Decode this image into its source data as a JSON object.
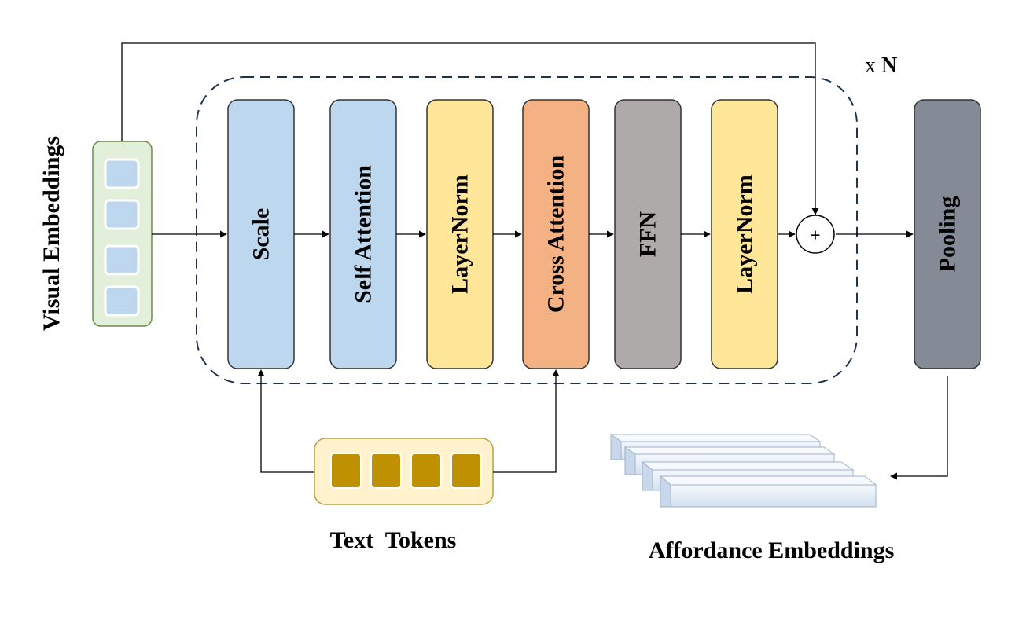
{
  "labels": {
    "visual_embeddings": "Visual Embeddings",
    "text_tokens": "Text  Tokens",
    "affordance_embeddings": "Affordance Embeddings",
    "repeat_prefix": "x ",
    "repeat_count": "N",
    "plus": "+"
  },
  "blocks": [
    {
      "label": "Scale",
      "fill": "#bdd7ee"
    },
    {
      "label": "Self Attention",
      "fill": "#bdd7ee"
    },
    {
      "label": "LayerNorm",
      "fill": "#ffe699"
    },
    {
      "label": "Cross Attention",
      "fill": "#f4b183"
    },
    {
      "label": "FFN",
      "fill": "#aeaaaa"
    },
    {
      "label": "LayerNorm",
      "fill": "#ffe699"
    },
    {
      "label": "Pooling",
      "fill": "#848a96"
    }
  ],
  "colors": {
    "visual_container": "#e2efda",
    "visual_token": "#bdd7ee",
    "text_container": "#fff2cc",
    "text_token": "#bf9000",
    "affordance_slab": "#e4edf7",
    "dashed_border": "#1f3350"
  },
  "icons": {
    "arrow": "arrow-icon",
    "add": "plus-circle-icon"
  }
}
